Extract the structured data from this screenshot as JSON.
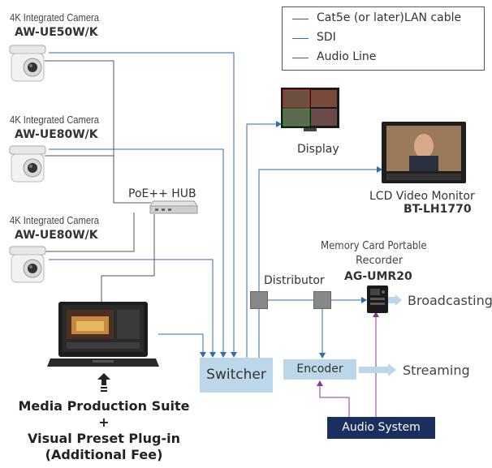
{
  "legend": {
    "items": [
      {
        "label": "Cat5e (or later)LAN cable",
        "color": "#555555"
      },
      {
        "label": "SDI",
        "color": "#2f6eae"
      },
      {
        "label": "Audio Line",
        "color": "#8b3a8b"
      }
    ]
  },
  "cameras": [
    {
      "subtitle": "4K Integrated Camera",
      "model": "AW-UE50W/K"
    },
    {
      "subtitle": "4K Integrated Camera",
      "model": "AW-UE80W/K"
    },
    {
      "subtitle": "4K Integrated Camera",
      "model": "AW-UE80W/K"
    }
  ],
  "hub": {
    "label": "PoE++ HUB"
  },
  "display": {
    "label": "Display"
  },
  "lcd_monitor": {
    "label": "LCD Video Monitor",
    "model": "BT-LH1770"
  },
  "recorder": {
    "label_line1": "Memory Card Portable",
    "label_line2": "Recorder",
    "model": "AG-UMR20"
  },
  "distributor": {
    "label": "Distributor"
  },
  "switcher": {
    "label": "Switcher"
  },
  "encoder": {
    "label": "Encoder"
  },
  "audio_system": {
    "label": "Audio System"
  },
  "outputs": {
    "broadcasting": "Broadcasting",
    "streaming": "Streaming"
  },
  "software": {
    "line1": "Media Production Suite",
    "plus": "+",
    "line2": "Visual Preset Plug-in",
    "line3": "(Additional Fee)"
  },
  "colors": {
    "lan": "#555555",
    "sdi": "#2f6eae",
    "audio": "#8b3a8b",
    "box_fill": "#bcd6ea",
    "audio_box": "#1a2f5e",
    "arrow_fill": "#bcd6ea"
  }
}
